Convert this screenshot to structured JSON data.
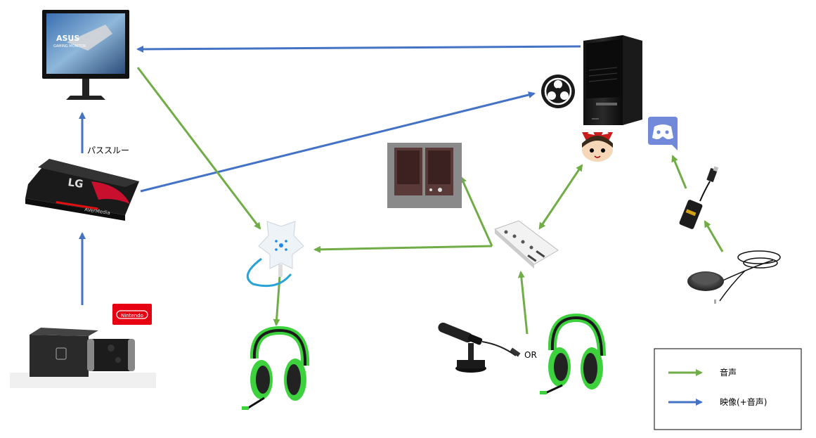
{
  "labels": {
    "passthrough": "パススルー",
    "or": "OR"
  },
  "brands": {
    "monitor_logo": "ASUS",
    "monitor_sub": "GAMING MONITOR",
    "capture_logo": "AVerMedia",
    "capture_mark": "LG",
    "console_logo": "Nintendo"
  },
  "legend": {
    "audio": {
      "label": "音声",
      "color": "#70ad47"
    },
    "video": {
      "label": "映像(+音声)",
      "color": "#4472c4"
    }
  },
  "colors": {
    "audio_arrow": "#70ad47",
    "video_arrow": "#4472c4",
    "headset_green": "#3dd23d",
    "discord_blurple": "#7289da",
    "nintendo_red": "#e60012"
  },
  "devices": [
    {
      "icon": "gaming-monitor-icon"
    },
    {
      "icon": "capture-card-icon"
    },
    {
      "icon": "nintendo-switch-icon"
    },
    {
      "icon": "pc-tower-icon"
    },
    {
      "icon": "obs-icon"
    },
    {
      "icon": "discord-icon"
    },
    {
      "icon": "yukkuri-icon"
    },
    {
      "icon": "speakers-icon"
    },
    {
      "icon": "audio-mixer-icon"
    },
    {
      "icon": "audio-splitter-icon"
    },
    {
      "icon": "usb-audio-adapter-icon"
    },
    {
      "icon": "conference-mic-icon"
    },
    {
      "icon": "desktop-mic-icon"
    },
    {
      "icon": "headset-icon"
    }
  ]
}
